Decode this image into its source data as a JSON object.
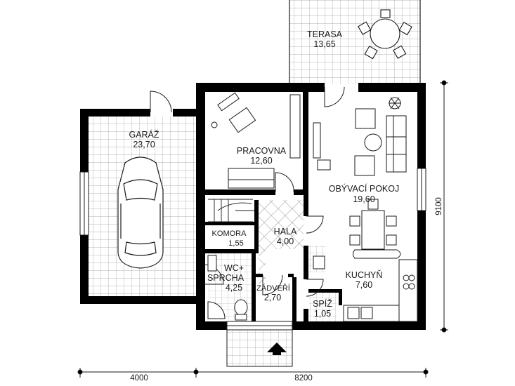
{
  "rooms": {
    "terasa": {
      "name": "TERASA",
      "area": "13,65"
    },
    "garaz": {
      "name": "GARÁŽ",
      "area": "23,70"
    },
    "pracovna": {
      "name": "PRACOVNA",
      "area": "12,60"
    },
    "obyvaci": {
      "name": "OBÝVACÍ POKOJ",
      "area": "19,60"
    },
    "komora": {
      "name": "KOMORA",
      "area": "1,55"
    },
    "hala": {
      "name": "HALA",
      "area": "4,00"
    },
    "wc": {
      "name_line1": "WC+",
      "name_line2": "SPRCHA",
      "area": "4,25"
    },
    "zadveri": {
      "name": "ZÁDVEŘÍ",
      "area": "2,70"
    },
    "kuchyn": {
      "name": "KUCHYŇ",
      "area": "7,60"
    },
    "spiz": {
      "name": "SPÍŽ",
      "area": "1,05"
    }
  },
  "dimensions": {
    "width_left": "4000",
    "width_right": "8200",
    "depth": "9100"
  },
  "colors": {
    "wall": "#000000",
    "tile_grid": "#9a9a9a",
    "line": "#1a1a1a"
  }
}
